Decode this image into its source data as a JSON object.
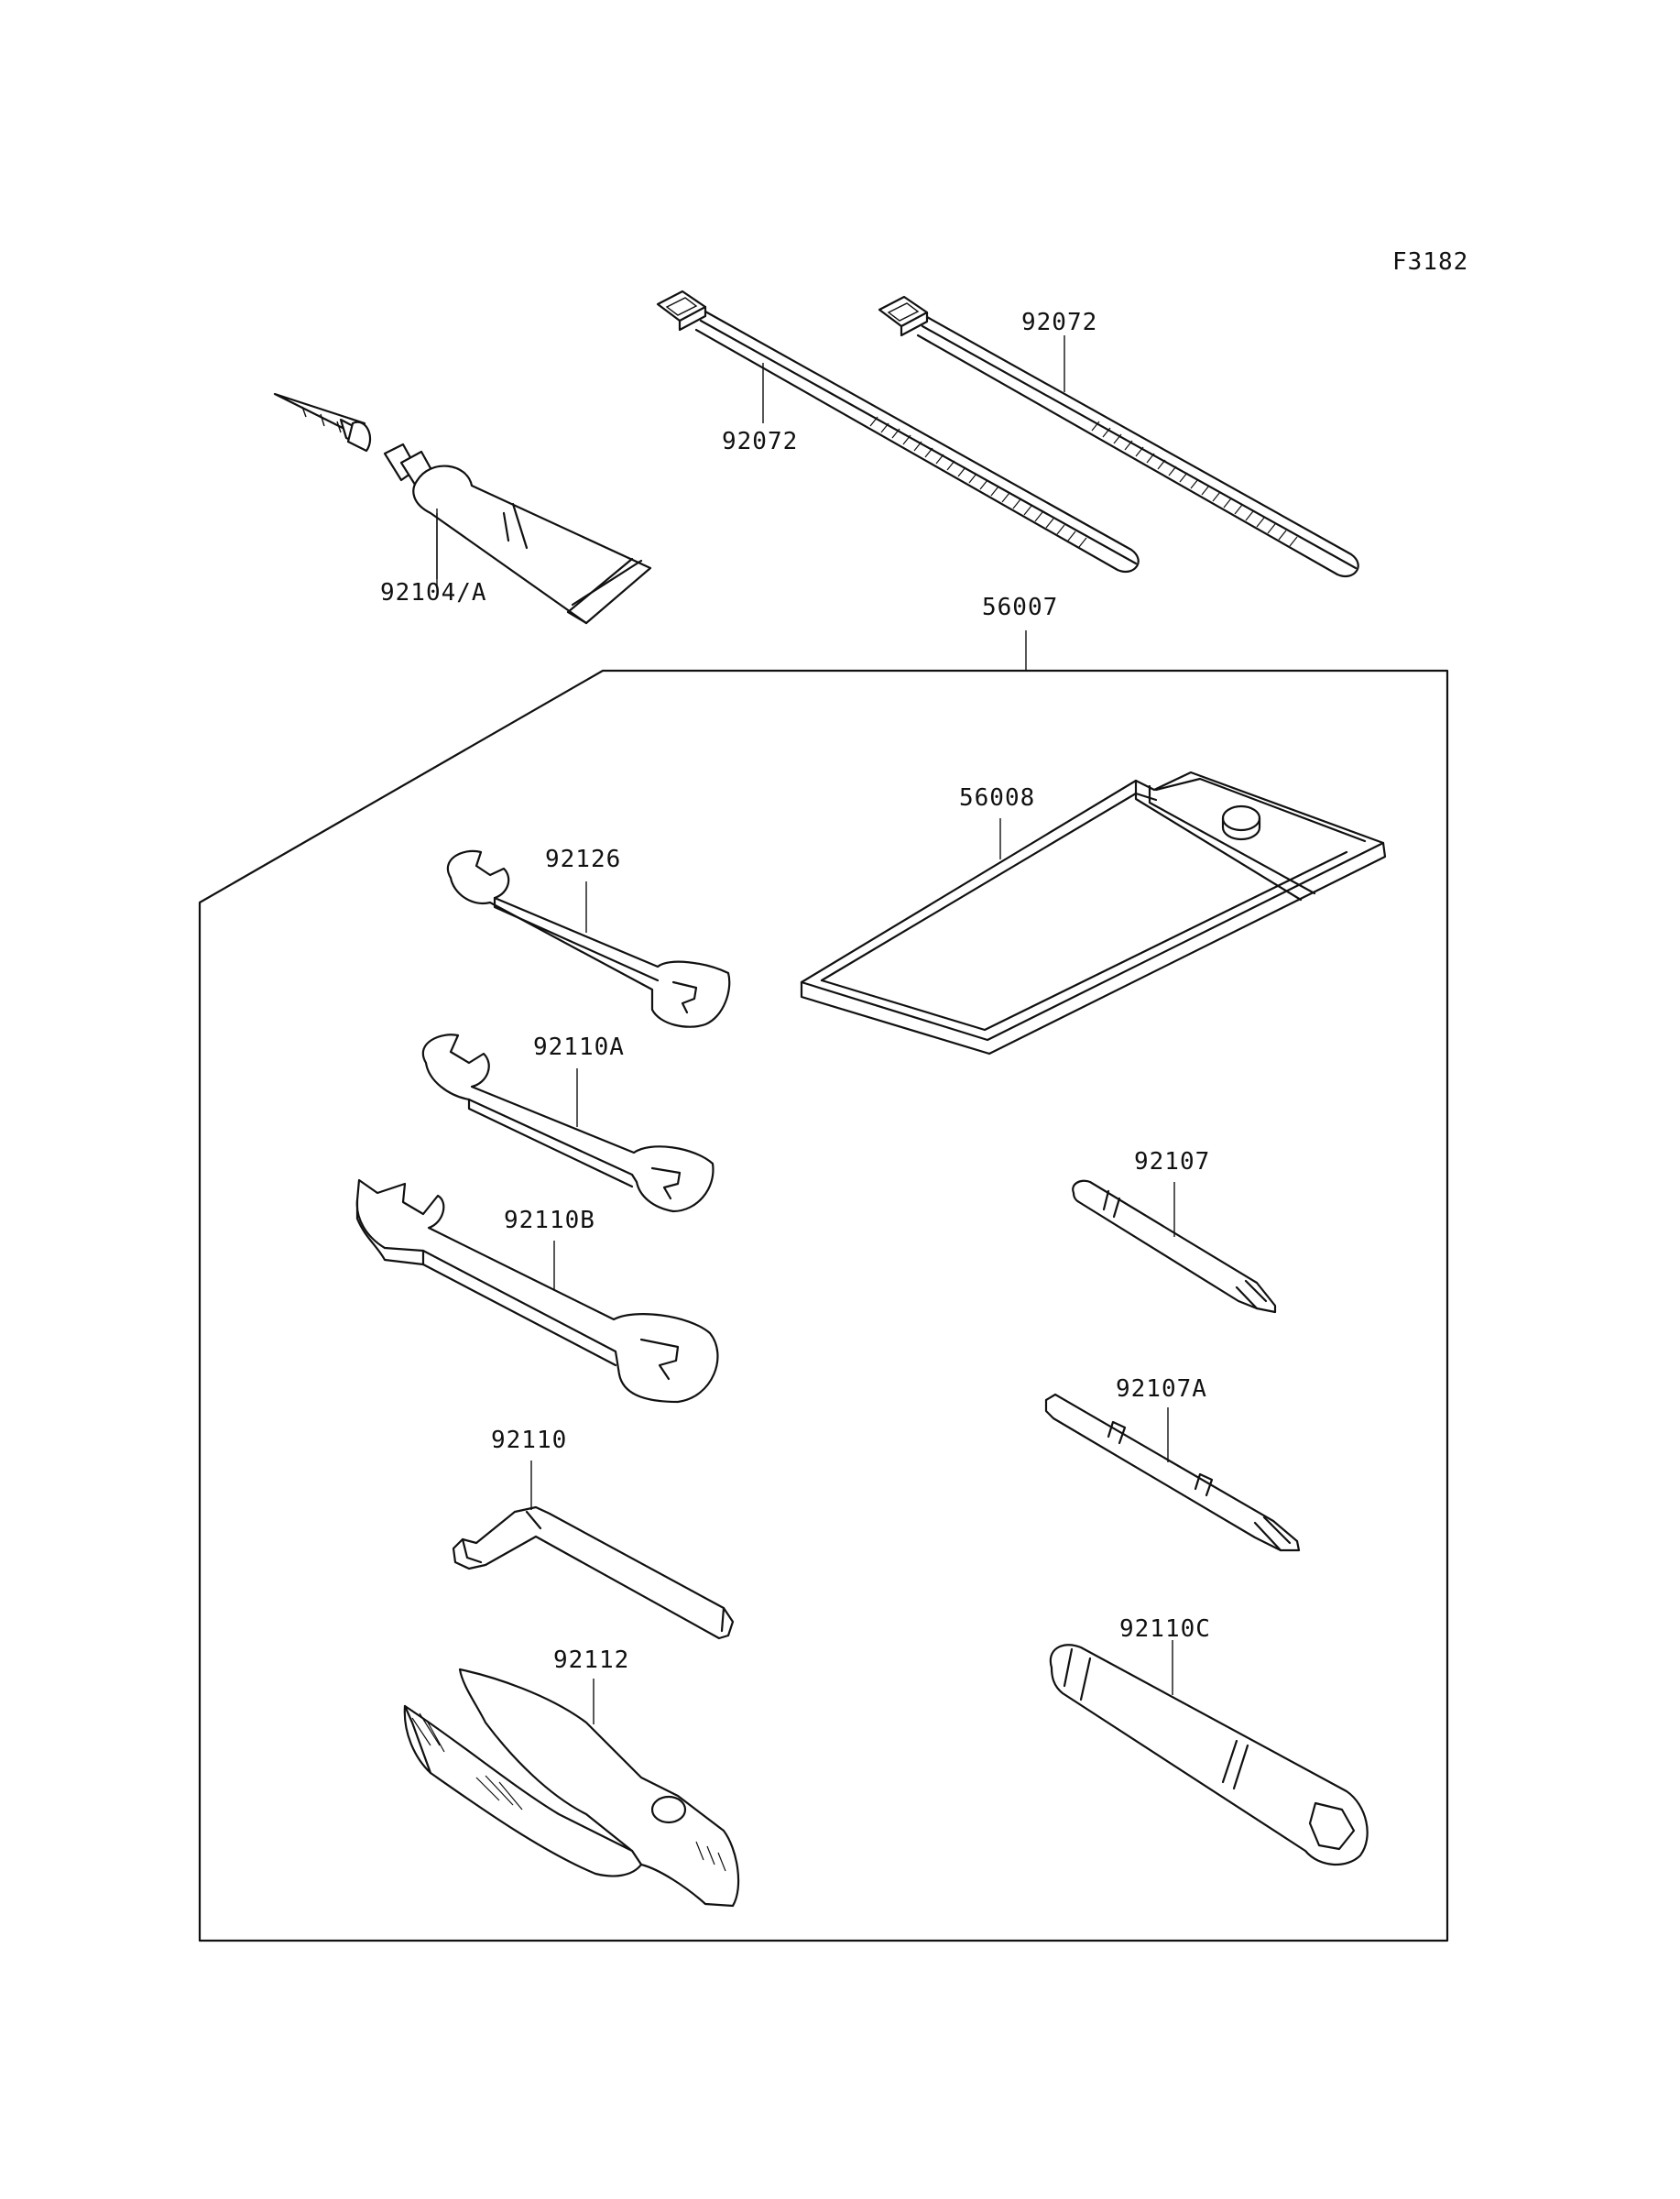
{
  "figure_id": "F3182",
  "group_label": "56007",
  "parts": {
    "tube": "92104/A",
    "tie_left": "92072",
    "tie_right": "92072",
    "pouch": "56008",
    "wrench_small": "92126",
    "wrench_medium": "92110A",
    "wrench_large": "92110B",
    "hex_key": "92110",
    "pliers": "92112",
    "screwdriver": "92107",
    "screwdriver_grip": "92107A",
    "socket_wrench": "92110C"
  }
}
